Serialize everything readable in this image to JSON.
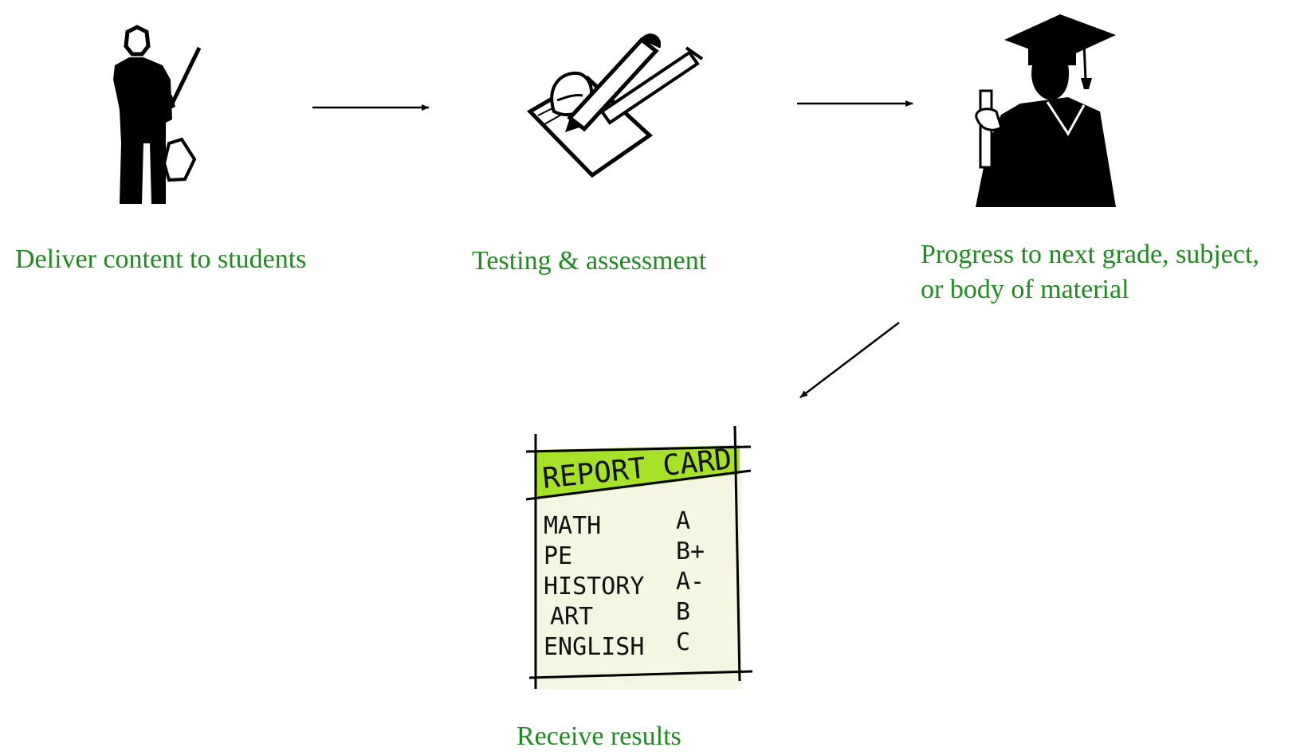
{
  "steps": {
    "deliver": {
      "caption": "Deliver content  to students",
      "icon": "teacher-pointer-icon"
    },
    "testing": {
      "caption": "Testing & assessment",
      "icon": "pencil-paper-icon"
    },
    "progress": {
      "caption_line1": "Progress to next grade, subject,",
      "caption_line2": "or body of material",
      "icon": "graduate-icon"
    },
    "receive": {
      "caption": "Receive results",
      "icon": "report-card-icon"
    }
  },
  "report_card": {
    "title": "REPORT CARD",
    "rows": [
      {
        "subject": "MATH",
        "grade": "A"
      },
      {
        "subject": "PE",
        "grade": "B+"
      },
      {
        "subject": "HISTORY",
        "grade": "A-"
      },
      {
        "subject": "ART",
        "grade": "B"
      },
      {
        "subject": "ENGLISH",
        "grade": "C"
      }
    ]
  },
  "colors": {
    "caption": "#1f8a1f",
    "report_card_header": "#a6e22a",
    "report_card_body": "#f5f6e2",
    "ink": "#000000"
  }
}
